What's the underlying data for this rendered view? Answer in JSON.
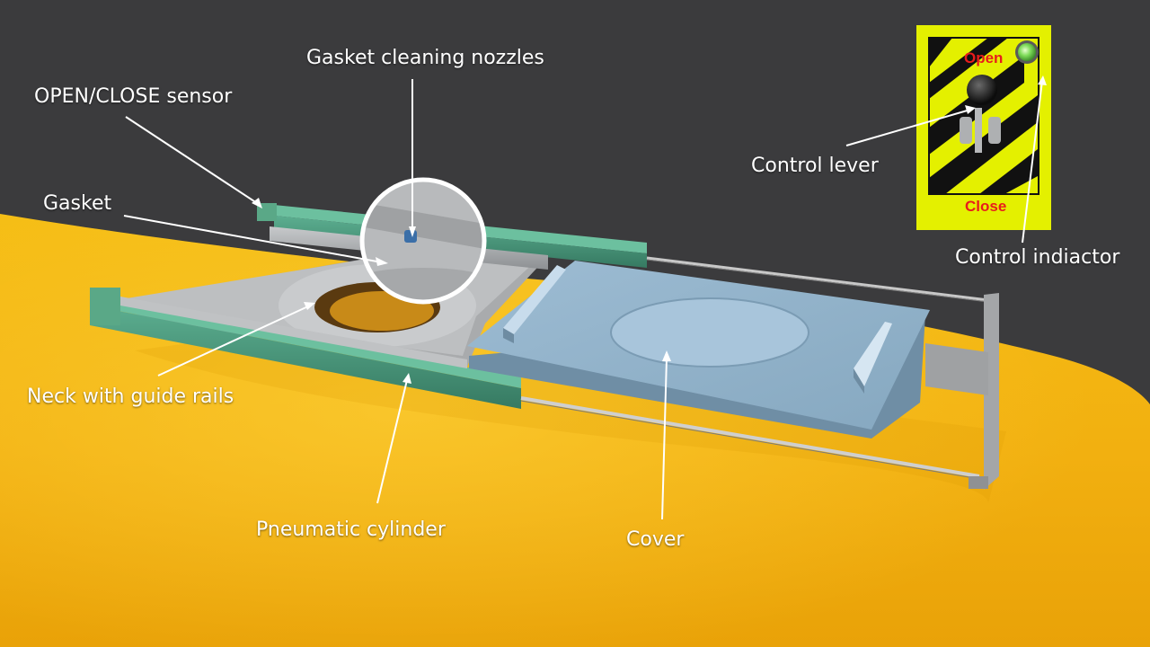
{
  "labels": {
    "gasket_cleaning_nozzles": "Gasket cleaning nozzles",
    "open_close_sensor": "OPEN/CLOSE sensor",
    "gasket": "Gasket",
    "control_lever": "Control lever",
    "control_indicator": "Control indiactor",
    "neck_with_guide_rails": "Neck with guide rails",
    "pneumatic_cylinder": "Pneumatic cylinder",
    "cover": "Cover"
  },
  "control_panel": {
    "open_label": "Open",
    "close_label": "Close",
    "indicator_state": "on"
  },
  "colors": {
    "background": "#3b3b3d",
    "tank": "#f2b510",
    "cover": "#8fb0c8",
    "rails": "#4a9a7e",
    "panel": "#e4f000",
    "panel_text": "#e81c1c",
    "indicator": "#7fdc5a"
  }
}
